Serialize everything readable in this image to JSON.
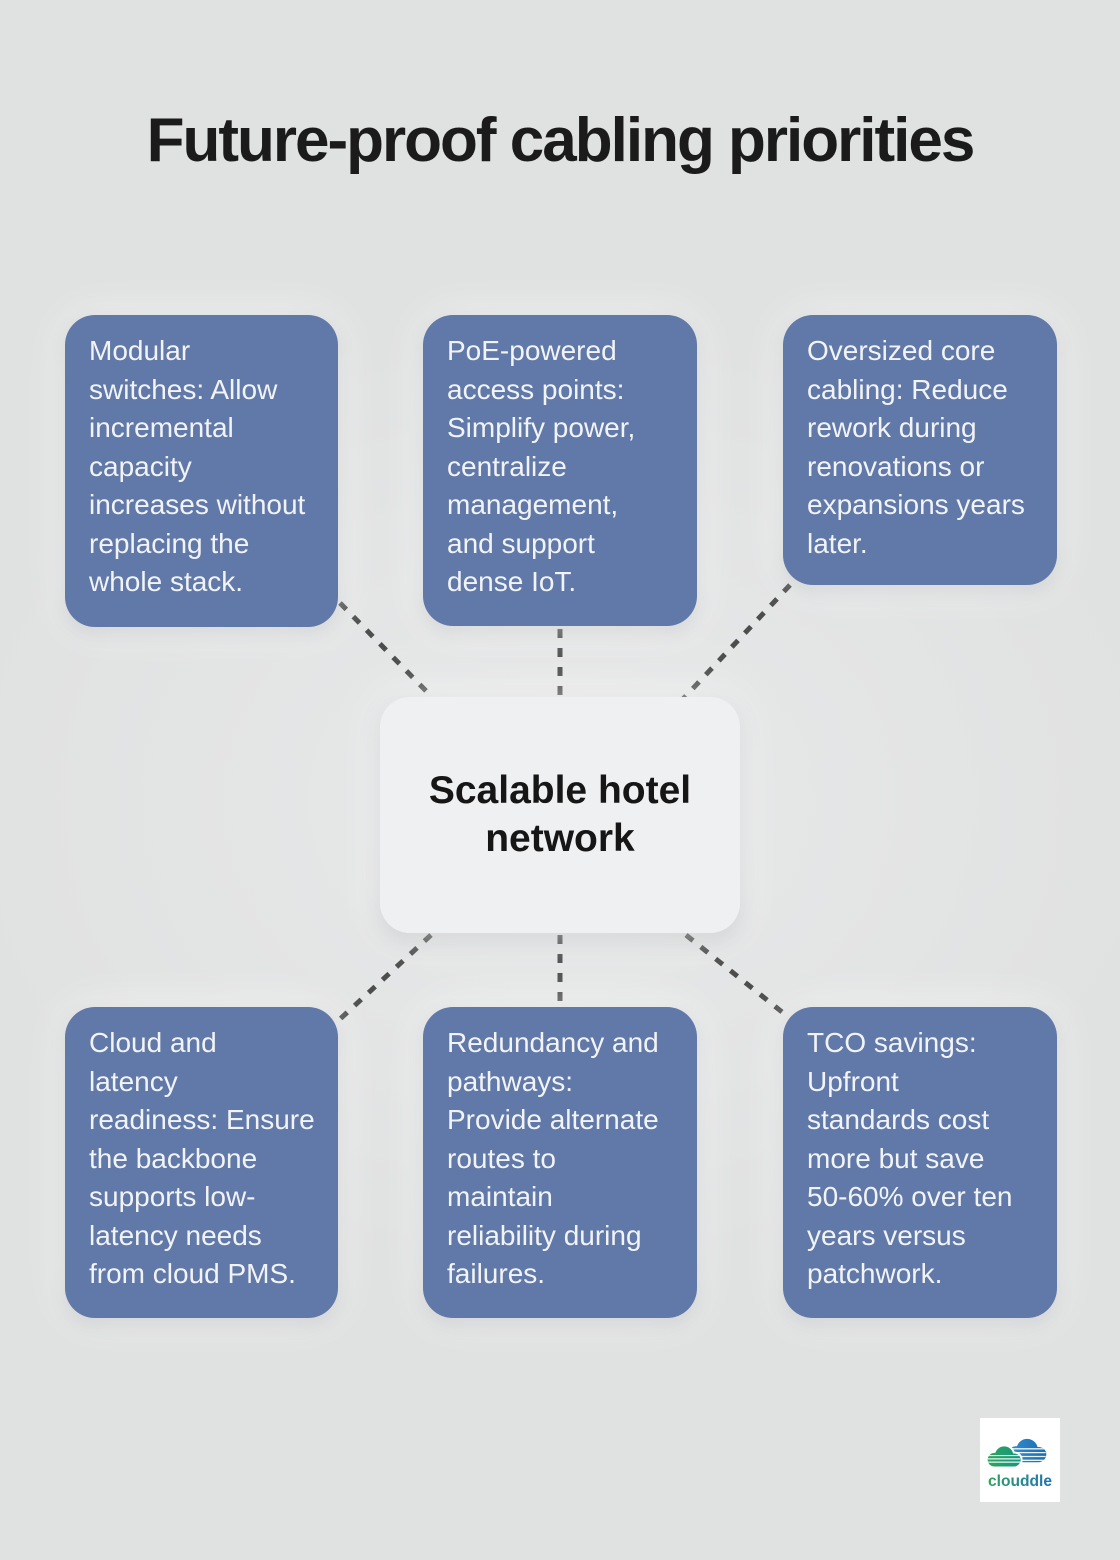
{
  "title": "Future-proof cabling priorities",
  "center_node": {
    "label": "Scalable hotel\nnetwork"
  },
  "cards": [
    {
      "id": "modular-switches",
      "text": "Modular\nswitches: Allow\nincremental\ncapacity\nincreases without\nreplacing the\nwhole stack."
    },
    {
      "id": "poe-access-points",
      "text": "PoE-powered\naccess points:\nSimplify power,\ncentralize\nmanagement,\nand support\ndense IoT."
    },
    {
      "id": "oversized-core-cabling",
      "text": "Oversized core\ncabling: Reduce\nrework during\nrenovations or\nexpansions years\nlater."
    },
    {
      "id": "cloud-latency-readiness",
      "text": "Cloud and\nlatency\nreadiness: Ensure\nthe backbone\nsupports low-\nlatency needs\nfrom cloud PMS."
    },
    {
      "id": "redundancy-pathways",
      "text": "Redundancy and\npathways:\nProvide alternate\nroutes to\nmaintain\nreliability during\nfailures."
    },
    {
      "id": "tco-savings",
      "text": "TCO savings:\nUpfront\nstandards cost\nmore but save\n50-60% over ten\nyears versus\npatchwork."
    }
  ],
  "logo": {
    "text": "clouddle"
  },
  "colors": {
    "background": "#e0e1e1",
    "title_text": "#1b1b1b",
    "card_fill": "#6179a9",
    "card_text": "#f2f3f5",
    "center_fill": "#eff0f2",
    "center_text": "#161616",
    "connector": "#4d4d4d",
    "logo_green": "#2ea45f",
    "logo_teal": "#14977f",
    "logo_blue": "#1d72b8"
  }
}
